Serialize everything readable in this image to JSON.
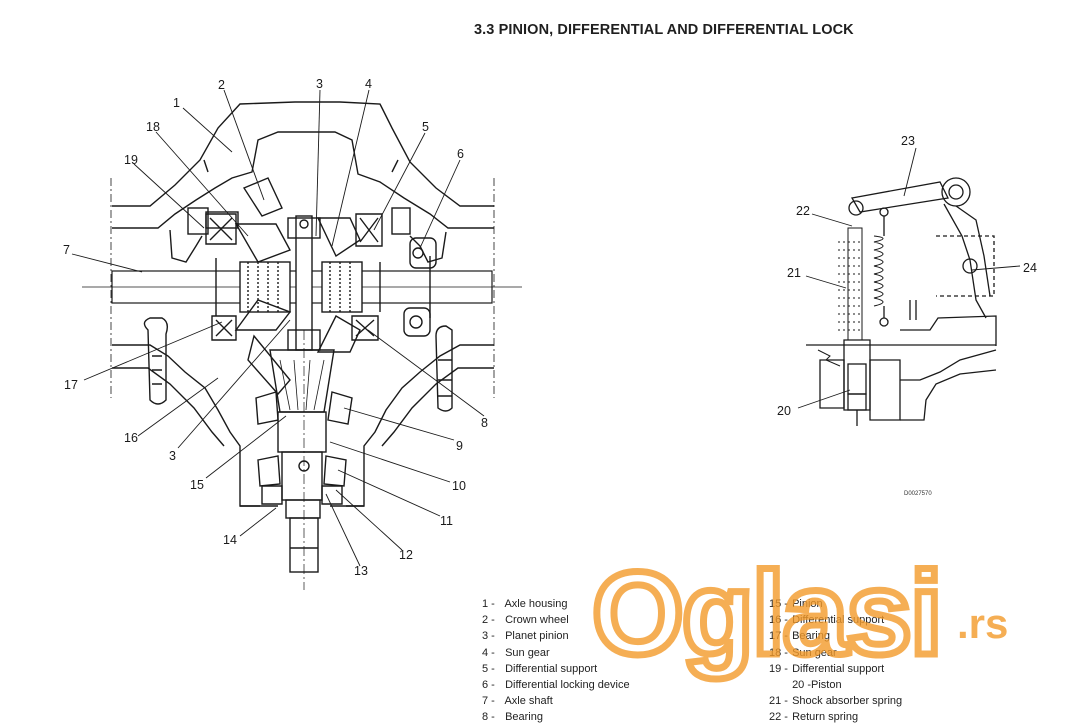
{
  "document": {
    "title": "3.3 PINION, DIFFERENTIAL AND DIFFERENTIAL LOCK",
    "drawing_code": "D0027570"
  },
  "main_callouts": [
    "1",
    "2",
    "3",
    "4",
    "5",
    "6",
    "7",
    "8",
    "9",
    "10",
    "11",
    "12",
    "13",
    "14",
    "15",
    "16",
    "17",
    "18",
    "19",
    "3"
  ],
  "lock_callouts": [
    "20",
    "21",
    "22",
    "23",
    "24"
  ],
  "legend": {
    "left": [
      {
        "num": "1 -",
        "text": "Axle housing"
      },
      {
        "num": "2 -",
        "text": "Crown wheel"
      },
      {
        "num": "3 -",
        "text": "Planet pinion"
      },
      {
        "num": "4 -",
        "text": "Sun gear"
      },
      {
        "num": "5 -",
        "text": "Differential support"
      },
      {
        "num": "6 -",
        "text": "Differential locking device"
      },
      {
        "num": "7 -",
        "text": "Axle shaft"
      },
      {
        "num": "8 -",
        "text": "Bearing"
      }
    ],
    "right": [
      {
        "num": "15 -",
        "text": "Pinion"
      },
      {
        "num": "16 -",
        "text": "Differential support"
      },
      {
        "num": "17 -",
        "text": "Bearing"
      },
      {
        "num": "18 -",
        "text": "Sun gear"
      },
      {
        "num": "19 -",
        "text": "Differential support"
      },
      {
        "num": "",
        "text": "20 -Piston"
      },
      {
        "num": "21 -",
        "text": "Shock absorber spring"
      },
      {
        "num": "22 -",
        "text": "Return spring"
      }
    ]
  },
  "watermark": {
    "brand": "Oglasi",
    "suffix": ".rs",
    "color": "#f39a2a"
  }
}
